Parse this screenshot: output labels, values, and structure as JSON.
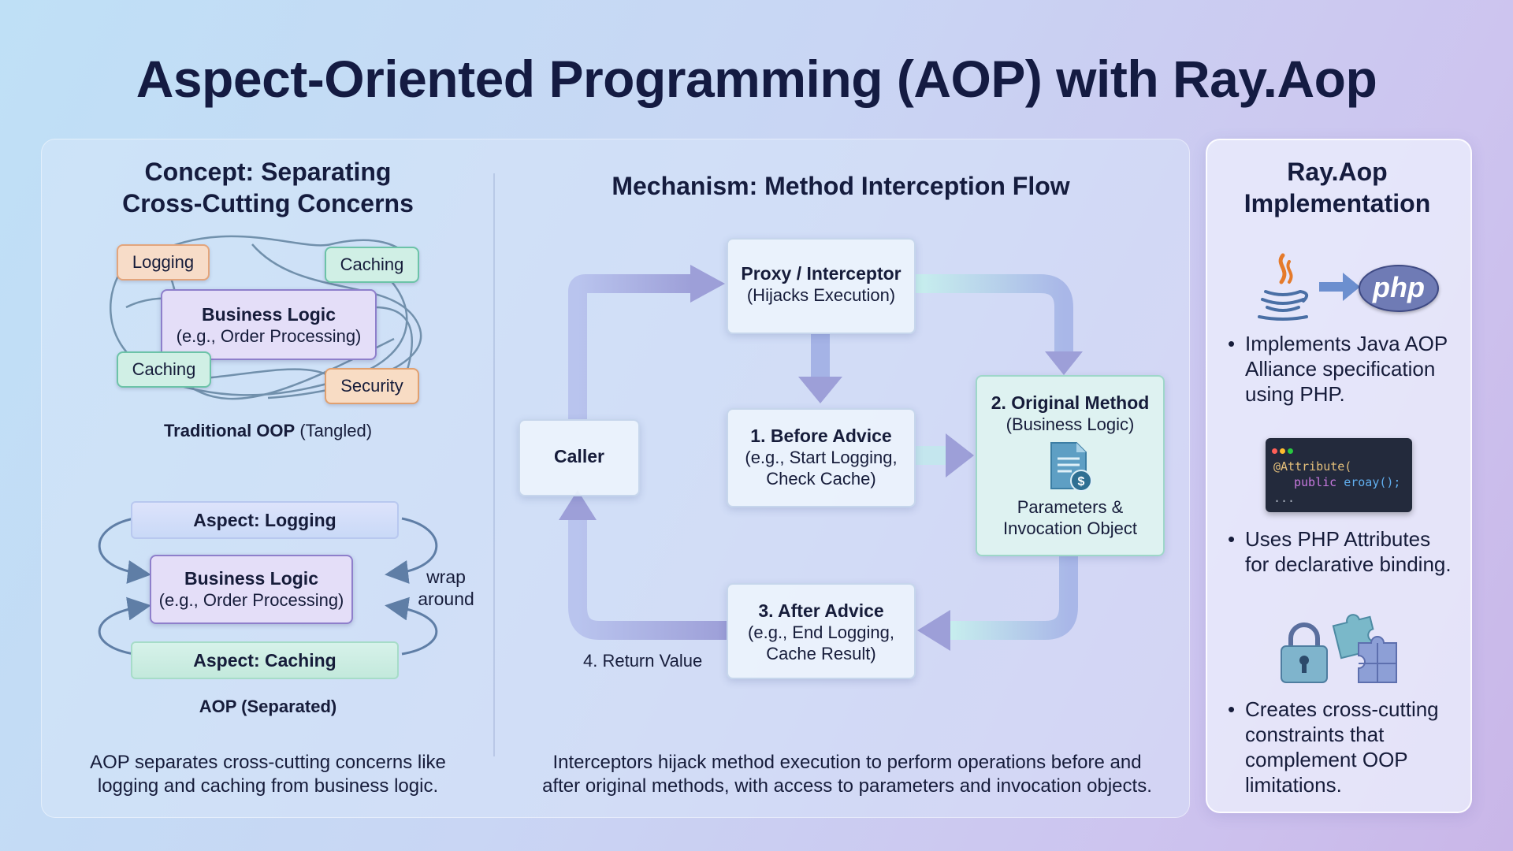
{
  "title": "Aspect-Oriented Programming (AOP) with Ray.Aop",
  "concept": {
    "heading_line1": "Concept: Separating",
    "heading_line2": "Cross-Cutting Concerns",
    "tangled": {
      "tags": {
        "logging": "Logging",
        "caching_top": "Caching",
        "caching_bottom": "Caching",
        "security": "Security"
      },
      "business_title": "Business Logic",
      "business_sub": "(e.g., Order Processing)",
      "caption_bold": "Traditional OOP",
      "caption_rest": " (Tangled)"
    },
    "separated": {
      "aspect_logging": "Aspect: Logging",
      "aspect_caching": "Aspect: Caching",
      "business_title": "Business Logic",
      "business_sub": "(e.g., Order Processing)",
      "wrap_line1": "wrap",
      "wrap_line2": "around",
      "caption": "AOP (Separated)"
    },
    "description_line1": "AOP separates cross-cutting concerns like",
    "description_line2": "logging and caching from business logic."
  },
  "mechanism": {
    "heading": "Mechanism: Method Interception Flow",
    "proxy_title": "Proxy / Interceptor",
    "proxy_sub": "(Hijacks Execution)",
    "caller": "Caller",
    "before_title": "1. Before Advice",
    "before_sub1": "(e.g., Start Logging,",
    "before_sub2": "Check Cache)",
    "original_title": "2. Original Method",
    "original_sub": "(Business Logic)",
    "params_line1": "Parameters &",
    "params_line2": "Invocation Object",
    "after_title": "3. After Advice",
    "after_sub1": "(e.g., End Logging,",
    "after_sub2": "Cache Result)",
    "return_label": "4. Return Value",
    "description_line1": "Interceptors hijack method execution to perform operations before and",
    "description_line2": "after original methods, with access to parameters and invocation objects."
  },
  "implementation": {
    "heading_line1": "Ray.Aop",
    "heading_line2": "Implementation",
    "php_logo": "php",
    "bullets": [
      {
        "lines": [
          "Implements Java AOP",
          "Alliance specification",
          "using PHP."
        ]
      },
      {
        "lines": [
          "Uses PHP Attributes",
          "for declarative binding."
        ]
      },
      {
        "lines": [
          "Creates cross-cutting",
          "constraints that",
          "complement OOP",
          "limitations."
        ]
      }
    ],
    "code": {
      "line1": "@Attribute(",
      "line2_kw": "public",
      "line2_fn": "eroay();",
      "line3": "..."
    },
    "bullet_char": "•"
  },
  "icons": {
    "java": "java-coffee-cup-icon",
    "arrow": "arrow-right-icon",
    "document": "document-dollar-icon",
    "lock": "padlock-icon",
    "puzzle": "puzzle-pieces-icon"
  },
  "colors": {
    "flow_arrow": "#9d9fd8",
    "flow_arrow_light": "#c8f0ee",
    "title": "#141b42",
    "php_badge": "#6f7bb5"
  }
}
